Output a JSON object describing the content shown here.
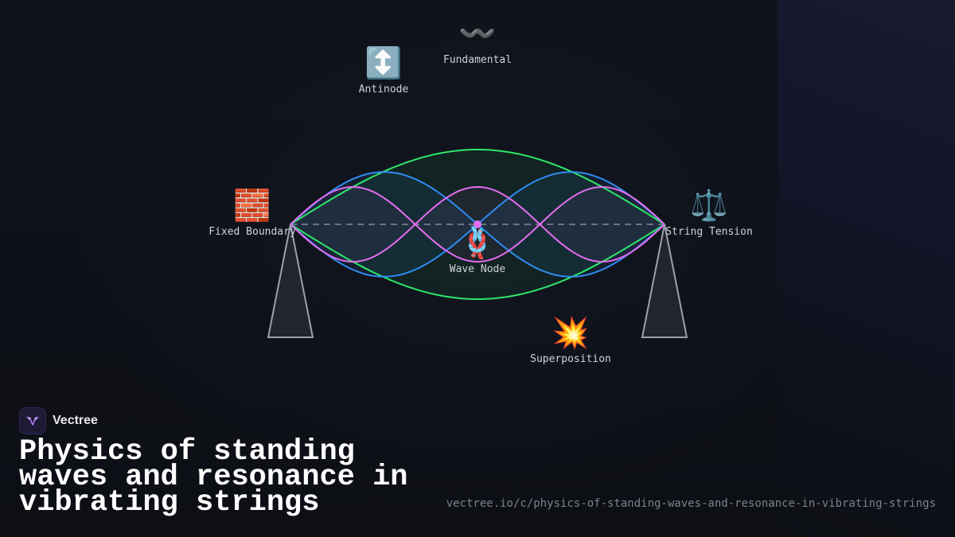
{
  "brand": {
    "name": "Vectree"
  },
  "title": "Physics of standing waves and resonance in vibrating strings",
  "url": "vectree.io/c/physics-of-standing-waves-and-resonance-in-vibrating-strings",
  "concepts": {
    "fundamental": {
      "icon": "wavy-dash-icon",
      "emoji": "〰️",
      "label": "Fundamental"
    },
    "antinode": {
      "icon": "up-down-arrow-icon",
      "emoji": "↕️",
      "label": "Antinode"
    },
    "fixed_boundary": {
      "icon": "brick-wall-icon",
      "emoji": "🧱",
      "label": "Fixed Boundary"
    },
    "string_tension": {
      "icon": "balance-scale-icon",
      "emoji": "⚖️",
      "label": "String Tension"
    },
    "wave_node": {
      "icon": "knot-icon",
      "emoji": "🪢",
      "label": "Wave Node"
    },
    "superposition": {
      "icon": "collision-icon",
      "emoji": "💥",
      "label": "Superposition"
    }
  },
  "colors": {
    "mode_1": "#2ee86a",
    "mode_2": "#2f8cf0",
    "mode_3": "#e36ef0",
    "node_dot": "#e36ef0",
    "string_rest": "#6b7386",
    "support_fill": "#22252e",
    "support_stroke": "#9ca0aa",
    "background": "#0f1118",
    "side_panel": "#181a30"
  }
}
